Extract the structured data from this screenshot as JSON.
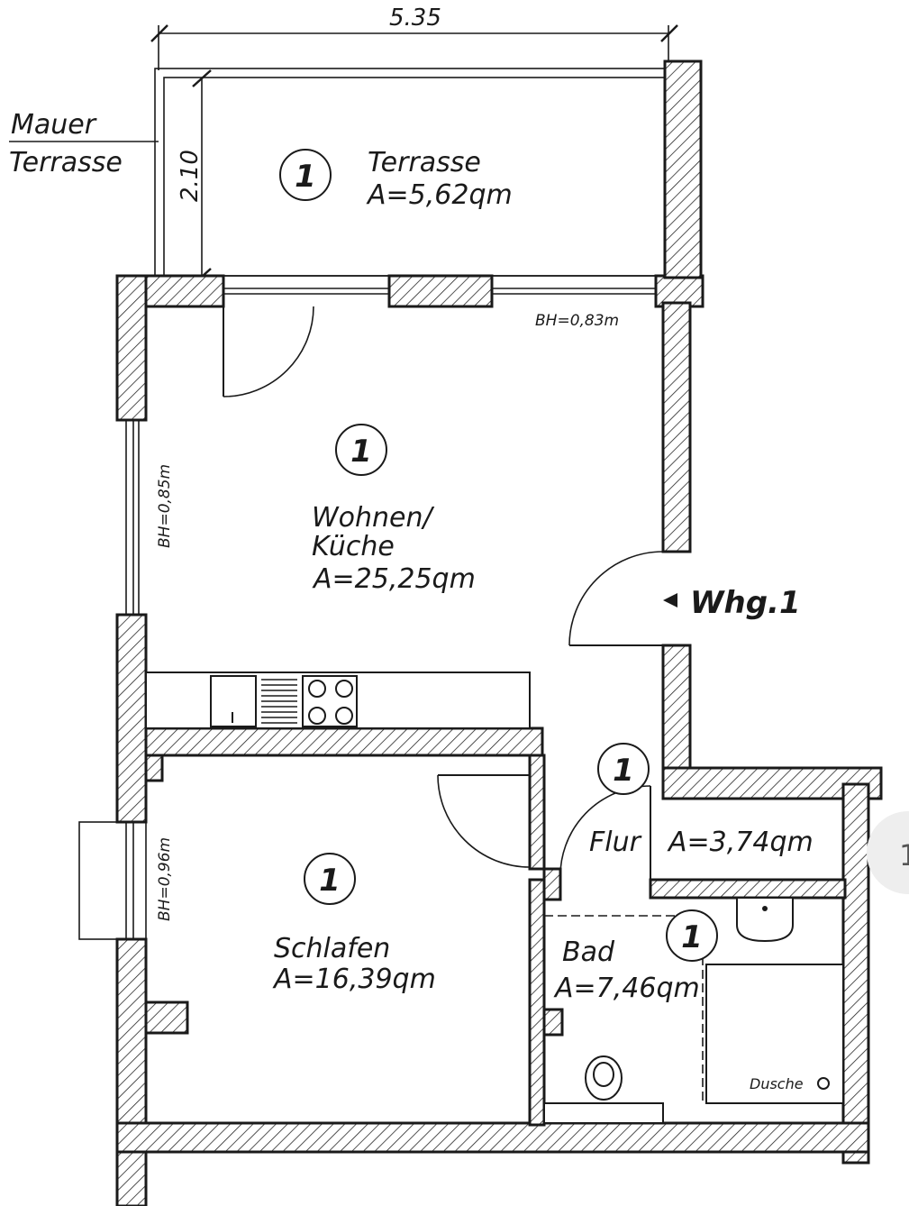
{
  "dimensions": {
    "width_label": "5.35",
    "depth_label": "2.10"
  },
  "annotations": {
    "mauer_terrasse_line1": "Mauer",
    "mauer_terrasse_line2": "Terrasse",
    "sill_top": "BH=0,83m",
    "sill_living_left": "BH=0,85m",
    "sill_bedroom_left": "BH=0,96m",
    "shower_label": "Dusche",
    "entrance_label": "Whg.1"
  },
  "rooms": {
    "terrasse": {
      "badge": "1",
      "name": "Terrasse",
      "area": "A=5,62qm"
    },
    "wohnen": {
      "badge": "1",
      "name_line1": "Wohnen/",
      "name_line2": "Küche",
      "area": "A=25,25qm"
    },
    "schlafen": {
      "badge": "1",
      "name": "Schlafen",
      "area": "A=16,39qm"
    },
    "flur": {
      "badge": "1",
      "name": "Flur",
      "area": "A=3,74qm"
    },
    "bad": {
      "badge": "1",
      "name": "Bad",
      "area": "A=7,46qm"
    }
  },
  "edge_badge": "1"
}
